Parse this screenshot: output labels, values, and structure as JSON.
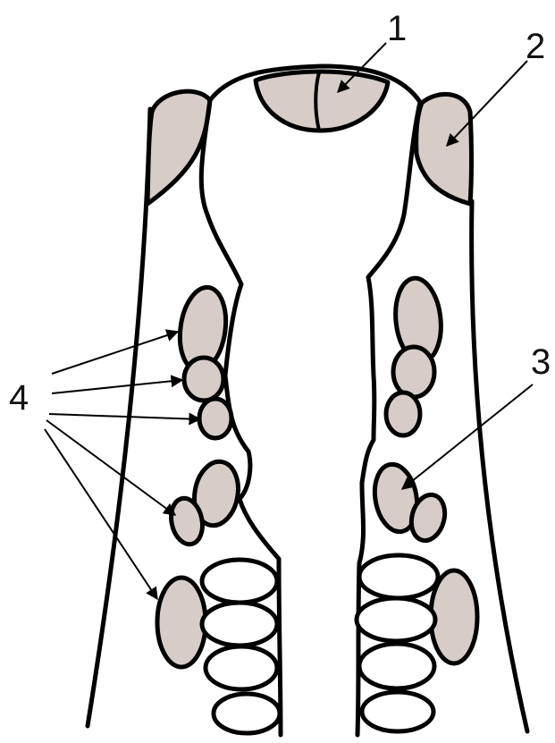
{
  "labels": {
    "l1": "1",
    "l2": "2",
    "l3": "3",
    "l4": "4"
  },
  "colors": {
    "fill": "#d6cdc8",
    "stroke": "#000000",
    "background": "#ffffff"
  }
}
